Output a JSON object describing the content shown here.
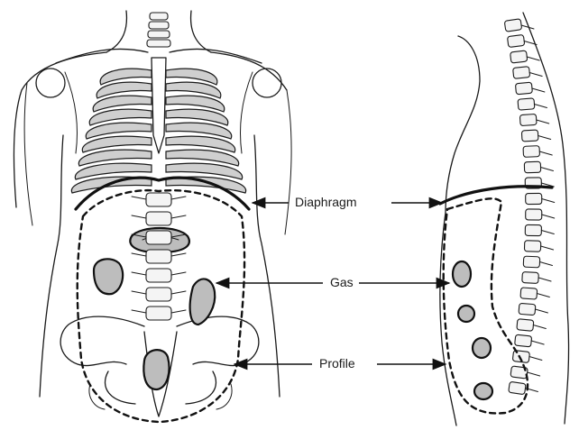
{
  "labels": {
    "diaphragm": "Diaphragm",
    "gas": "Gas",
    "profile": "Profile"
  },
  "colors": {
    "line": "#1a1a1a",
    "gas_fill": "#bdbdbd",
    "background": "#ffffff"
  }
}
